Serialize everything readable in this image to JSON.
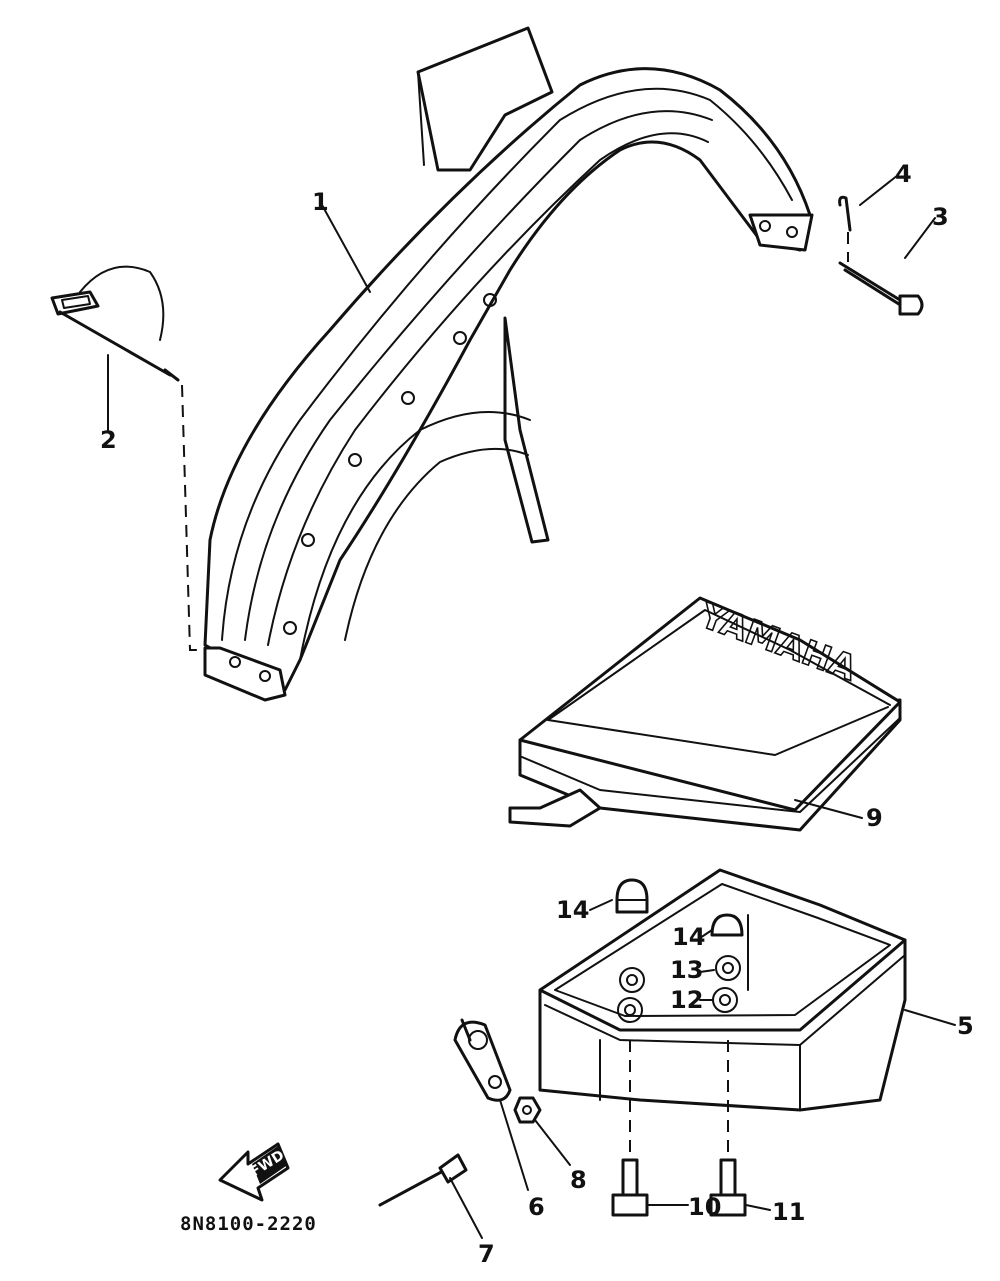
{
  "callouts": [
    "1",
    "2",
    "3",
    "4",
    "5",
    "6",
    "7",
    "8",
    "9",
    "10",
    "11",
    "12",
    "13",
    "14",
    "14"
  ],
  "brand_mark": "YAMAHA",
  "arrow_label": "FWD",
  "drawing_code": "8N8100-2220"
}
